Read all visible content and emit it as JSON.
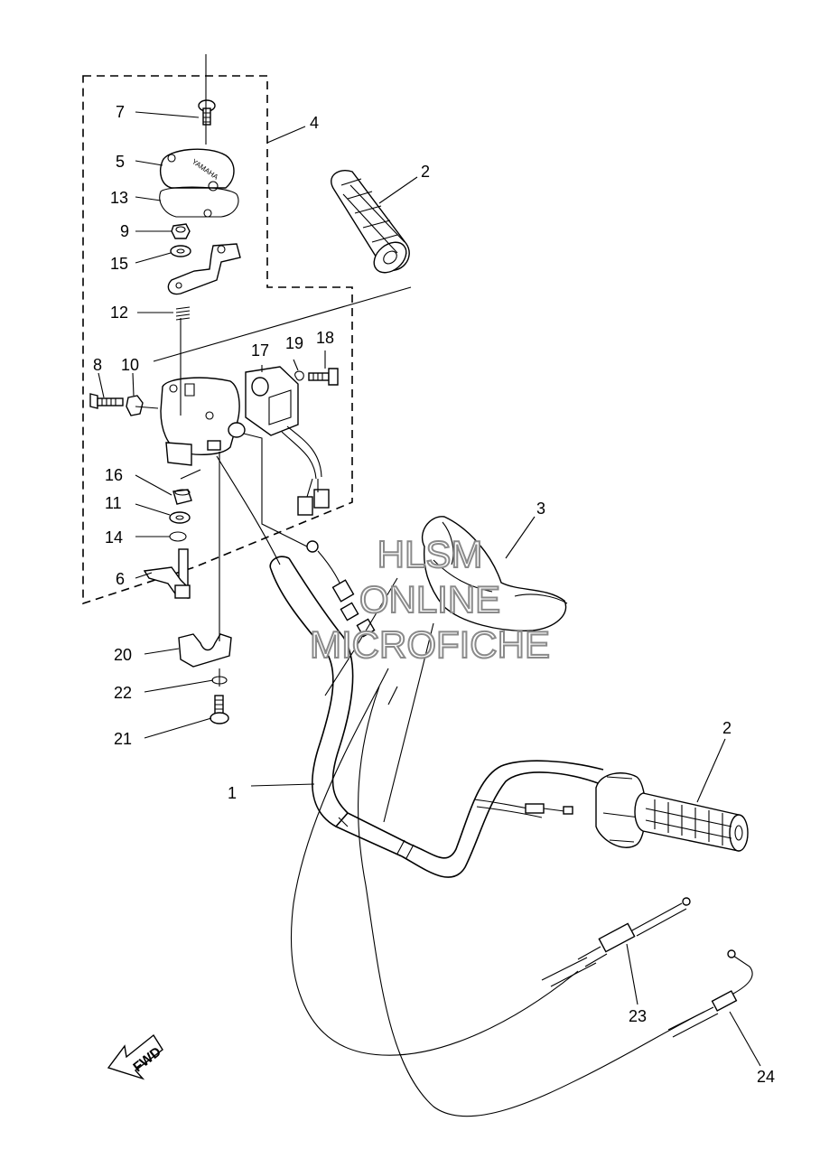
{
  "callouts": {
    "c1": "1",
    "c2a": "2",
    "c2b": "2",
    "c3": "3",
    "c4": "4",
    "c5": "5",
    "c6": "6",
    "c7": "7",
    "c8": "8",
    "c9": "9",
    "c10": "10",
    "c11": "11",
    "c12": "12",
    "c13": "13",
    "c14": "14",
    "c15": "15",
    "c16": "16",
    "c17": "17",
    "c18": "18",
    "c19": "19",
    "c20": "20",
    "c21": "21",
    "c22": "22",
    "c23": "23",
    "c24": "24"
  },
  "watermark": {
    "line1": "HLSM",
    "line2": "ONLINE",
    "line3": "MICROFICHE"
  },
  "direction_badge": {
    "label": "FWD",
    "icon": "fwd-arrow-icon"
  },
  "cover_marking": "YAMAHA"
}
